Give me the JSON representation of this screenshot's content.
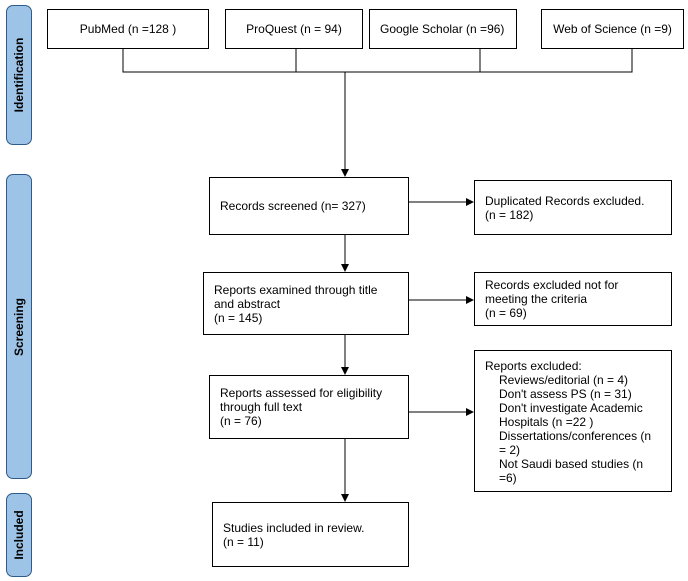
{
  "phases": [
    "Identification",
    "Screening",
    "Included"
  ],
  "sources": [
    "PubMed (n =128 )",
    "ProQuest (n = 94)",
    "Google Scholar (n =96)",
    "Web of Science (n =9)"
  ],
  "screened": "Records screened (n= 327)",
  "duplicates": [
    "Duplicated Records excluded.",
    "(n = 182)"
  ],
  "title_abstract": [
    "Reports examined through title",
    "and abstract",
    "(n = 145)"
  ],
  "criteria_excluded": [
    "Records excluded not for",
    "meeting the criteria",
    "(n = 69)"
  ],
  "full_text": [
    "Reports assessed for eligibility",
    "through full text",
    "(n = 76)"
  ],
  "reports_excluded": {
    "title": "Reports excluded:",
    "items": [
      "Reviews/editorial (n = 4)",
      "Don't assess PS (n = 31)",
      "Don't investigate Academic",
      "Hospitals (n =22 )",
      "Dissertations/conferences (n",
      "= 2)",
      "Not Saudi based studies (n",
      "=6)"
    ]
  },
  "included": [
    "Studies included in review.",
    "(n = 11)"
  ]
}
